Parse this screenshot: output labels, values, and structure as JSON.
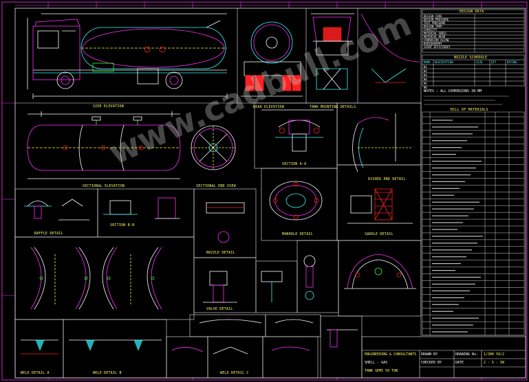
{
  "drawing": {
    "title_block": {
      "drawing_no_label": "DRAWING No.",
      "drawing_no": "1/300 50/2",
      "date_label": "DATE",
      "date": "2 - 5 - 98",
      "drawn_by_label": "DRAWN BY",
      "checked_by_label": "CHECKED BY",
      "company": "ENGINEERING & CONSULTANTS",
      "project": "SHELL - GAS",
      "sheet_title": "TANK SEMI 50 TON"
    },
    "views": {
      "side_elevation": "SIDE ELEVATION",
      "rear_elevation": "REAR ELEVATION",
      "tank_mounting": "TANK MOUNTING DETAILS",
      "sectional_elevation": "SECTIONAL ELEVATION",
      "end_view": "SECTIONAL END VIEW",
      "manhole_detail": "MANHOLE DETAIL",
      "nozzle_detail": "NOZZLE DETAIL",
      "valve_detail": "VALVE DETAIL",
      "saddle_detail": "SADDLE DETAIL",
      "baffle_detail": "BAFFLE DETAIL",
      "weld_detail_a": "WELD DETAIL A",
      "weld_detail_b": "WELD DETAIL B",
      "weld_detail_c": "WELD DETAIL C",
      "section_aa": "SECTION A-A",
      "section_bb": "SECTION B-B",
      "dished_end": "DISHED END DETAIL"
    },
    "design_data": {
      "heading": "DESIGN DATA",
      "rows": [
        "DESIGN CODE",
        "DESIGN PRESSURE",
        "TEST PRESSURE",
        "DESIGN TEMP.",
        "CAPACITY",
        "MATERIAL SHELL",
        "MATERIAL HEAD",
        "CORROSION ALLOW.",
        "RADIOGRAPHY",
        "JOINT EFFICIENCY"
      ]
    },
    "nozzle_table": {
      "heading": "NOZZLE SCHEDULE",
      "columns": [
        "MARK",
        "DESCRIPTION",
        "SIZE",
        "QTY",
        "RATING"
      ],
      "rows": [
        "N1",
        "N2",
        "N3",
        "N4",
        "N5",
        "N6"
      ]
    },
    "bom": {
      "heading": "BILL OF MATERIALS",
      "row_count": 32
    },
    "notes": {
      "n1": "NOTES :",
      "n2": "ALL DIMENSIONS IN MM"
    },
    "watermark": "www.cadbull.com"
  },
  "colors": {
    "background": "#000000",
    "line_white": "#ffffff",
    "line_magenta": "#ff33ff",
    "line_cyan": "#33ffff",
    "line_yellow": "#ffff33",
    "line_red": "#ff2020",
    "line_green": "#33ff33",
    "frame": "#e8e8e8"
  }
}
